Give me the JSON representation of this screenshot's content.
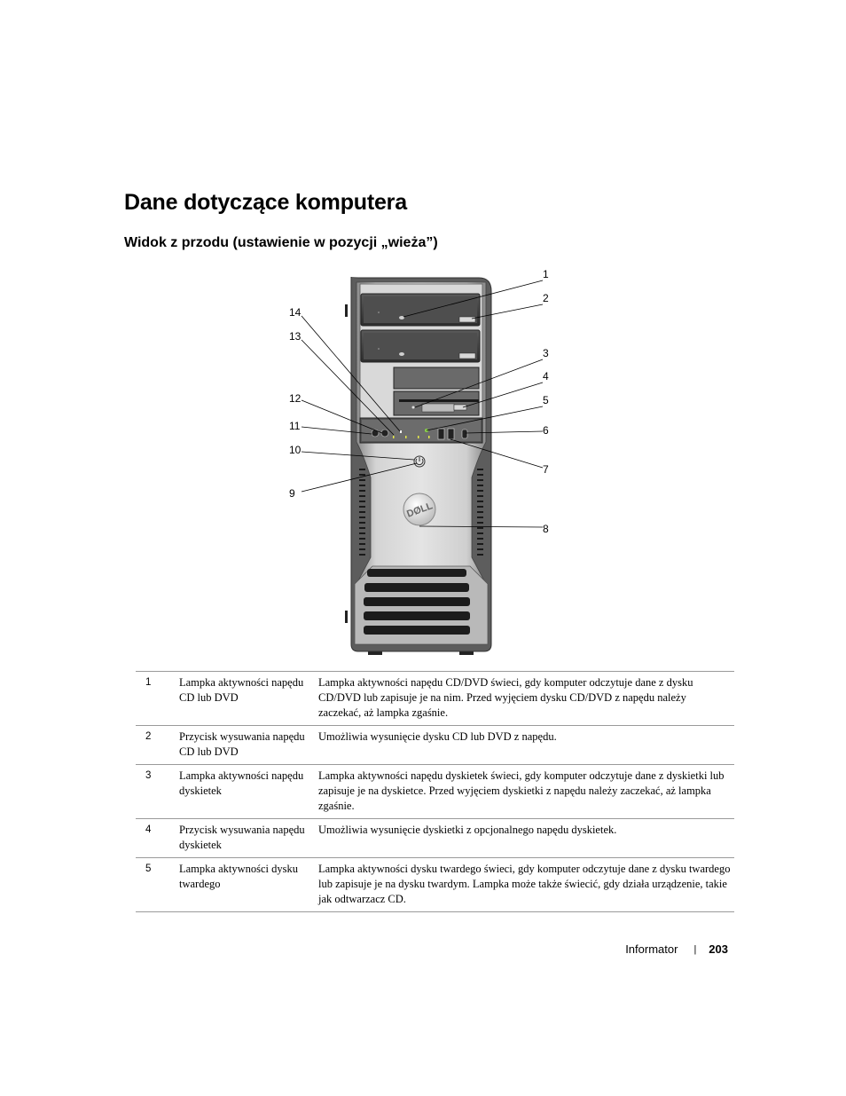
{
  "page": {
    "title": "Dane dotyczące komputera",
    "section_title": "Widok z przodu (ustawienie w pozycji „wieża”)"
  },
  "figure": {
    "logo_text": "DØLL",
    "callouts": [
      "1",
      "2",
      "3",
      "4",
      "5",
      "6",
      "7",
      "8",
      "9",
      "10",
      "11",
      "12",
      "13",
      "14"
    ]
  },
  "table": {
    "rows": [
      {
        "num": "1",
        "name": "Lampka aktywności napędu CD lub DVD",
        "desc": "Lampka aktywności napędu CD/DVD świeci, gdy komputer odczytuje dane z dysku CD/DVD lub zapisuje je na nim. Przed wyjęciem dysku CD/DVD z napędu należy zaczekać, aż lampka zgaśnie."
      },
      {
        "num": "2",
        "name": "Przycisk wysuwania napędu CD lub DVD",
        "desc": "Umożliwia wysunięcie dysku CD lub DVD z napędu."
      },
      {
        "num": "3",
        "name": "Lampka aktywności napędu dyskietek",
        "desc": "Lampka aktywności napędu dyskietek świeci, gdy komputer odczytuje dane z dyskietki lub zapisuje je na dyskietce. Przed wyjęciem dyskietki z napędu należy zaczekać, aż lampka zgaśnie."
      },
      {
        "num": "4",
        "name": "Przycisk wysuwania napędu dyskietek",
        "desc": "Umożliwia wysunięcie dyskietki z opcjonalnego napędu dyskietek."
      },
      {
        "num": "5",
        "name": "Lampka aktywności dysku twardego",
        "desc": "Lampka aktywności dysku twardego świeci, gdy komputer odczytuje dane z dysku twardego lub zapisuje je na dysku twardym. Lampka może także świecić, gdy działa urządzenie, takie jak odtwarzacz CD."
      }
    ]
  },
  "footer": {
    "section": "Informator",
    "separator": "|",
    "page_number": "203"
  }
}
